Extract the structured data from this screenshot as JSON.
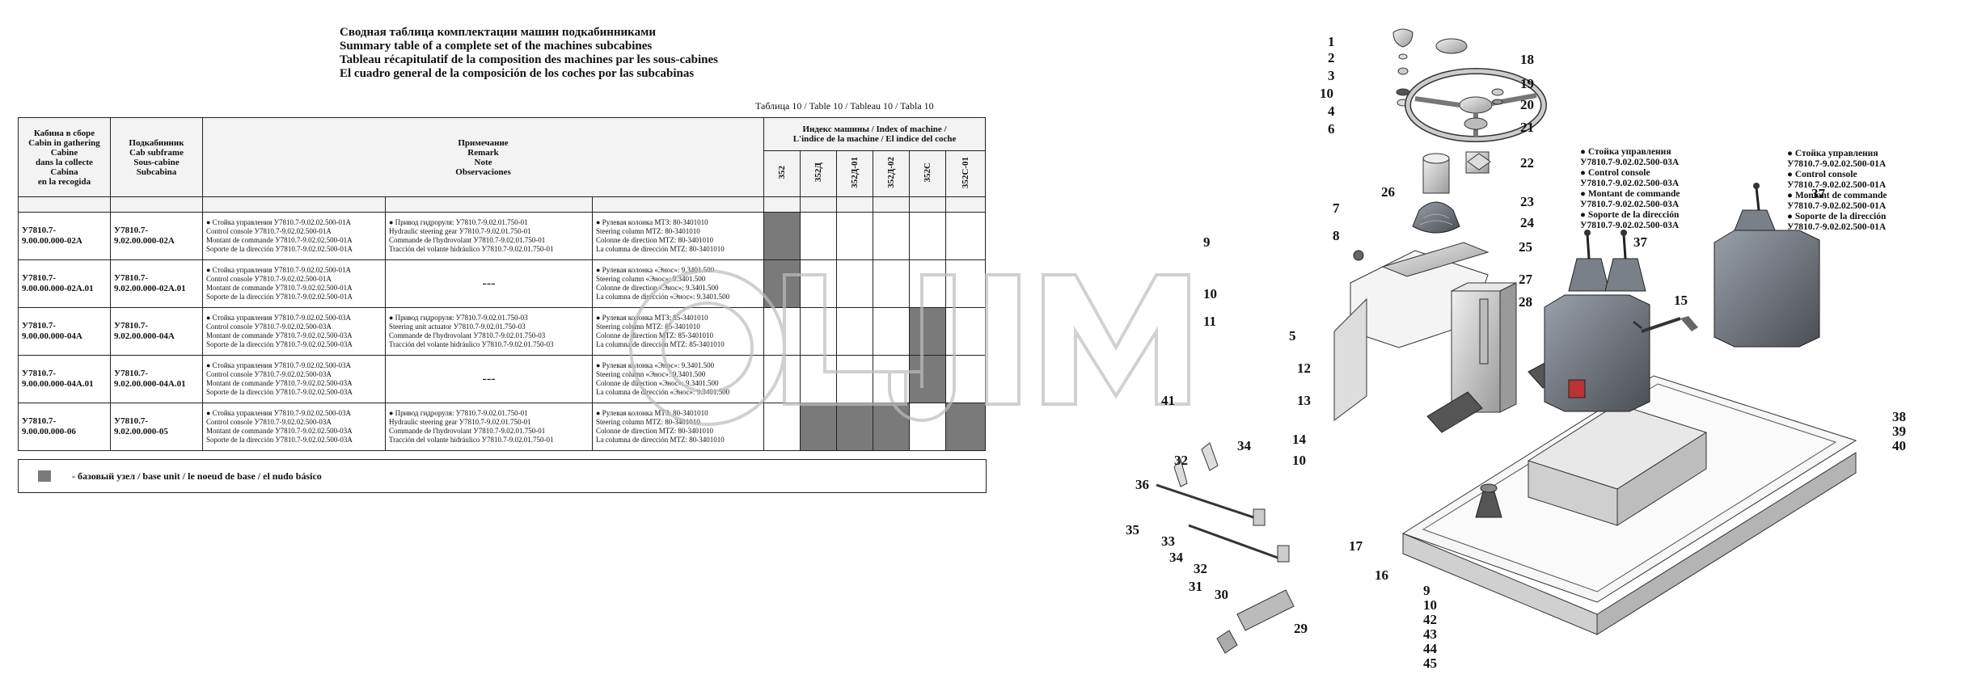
{
  "titles": {
    "ru": "Сводная таблица комплектации машин подкабинниками",
    "en": "Summary table of a complete set of the machines subcabines",
    "fr": "Tableau récapitulatif de la composition des machines par les sous-cabines",
    "es": "El cuadro general de la composición de los coches por las subcabinas"
  },
  "table_caption": "Таблица 10 / Table 10 / Tableau 10 / Tabla 10",
  "headers": {
    "cabin": "Кабина в сборе\nCabin in gathering\nCabine\ndans la collecte\nCabina\nen la recogida",
    "subframe": "Подкабинник\nCab subframe\nSous-cabine\nSubcabina",
    "remark": "Примечание\nRemark\nNote\nObservaciones",
    "index": "Индекс машины / Index of machine /\nL'indice de la machine / El indice del coche",
    "index_columns": [
      "352",
      "352Д",
      "352Д-01",
      "352Д-02",
      "352С",
      "352С-01"
    ]
  },
  "rows": [
    {
      "cabin": "У7810.7-\n9.00.00.000-02А",
      "subframe": "У7810.7-\n9.02.00.000-02А",
      "note1": "● Стойка управления У7810.7-9.02.02.500-01А\nControl console У7810.7-9.02.02.500-01А\nMontant de commande У7810.7-9.02.02.500-01А\nSoporte de la dirección У7810.7-9.02.02.500-01А",
      "note2": "● Привод гидроруля: У7810.7-9.02.01.750-01\nHydraulic steering gear У7810.7-9.02.01.750-01\nCommande de l'hydrovolant У7810.7-9.02.01.750-01\nTracción del volante hidráulico У7810.7-9.02.01.750-01",
      "note3": "● Рулевая колонка МТЗ: 80-3401010\nSteering column MTZ: 80-3401010\nColonne de direction MTZ: 80-3401010\nLa columna de dirección MTZ: 80-3401010",
      "cells": [
        true,
        false,
        false,
        false,
        false,
        false
      ]
    },
    {
      "cabin": "У7810.7-\n9.00.00.000-02А.01",
      "subframe": "У7810.7-\n9.02.00.000-02А.01",
      "note1": "● Стойка управления У7810.7-9.02.02.500-01А\nControl console У7810.7-9.02.02.500-01А\nMontant de commande У7810.7-9.02.02.500-01А\nSoporte de la dirección У7810.7-9.02.02.500-01А",
      "note2": "---",
      "note3": "● Рулевая колонка «Энос»: 9.3401.500\nSteering column «Энос»: 9.3401.500\nColonne de direction «Энос»: 9.3401.500\nLa columna de dirección «Энос»: 9.3401.500",
      "cells": [
        true,
        false,
        false,
        false,
        false,
        false
      ]
    },
    {
      "cabin": "У7810.7-\n9.00.00.000-04А",
      "subframe": "У7810.7-\n9.02.00.000-04А",
      "note1": "● Стойка управления У7810.7-9.02.02.500-03А\nControl console У7810.7-9.02.02.500-03А\nMontant de commande У7810.7-9.02.02.500-03А\nSoporte de la dirección У7810.7-9.02.02.500-03А",
      "note2": "● Привод гидроруля: У7810.7-9.02.01.750-03\nSteering unit actuator У7810.7-9.02.01.750-03\nCommande de l'hydrovolant У7810.7-9.02.01.750-03\nTracción del volante hidráulico У7810.7-9.02.01.750-03",
      "note3": "● Рулевая колонка МТЗ: 85-3401010\nSteering column MTZ: 85-3401010\nColonne de direction MTZ: 85-3401010\nLa columna de dirección MTZ: 85-3401010",
      "cells": [
        false,
        false,
        false,
        false,
        true,
        false
      ]
    },
    {
      "cabin": "У7810.7-\n9.00.00.000-04А.01",
      "subframe": "У7810.7-\n9.02.00.000-04А.01",
      "note1": "● Стойка управления У7810.7-9.02.02.500-03А\nControl console У7810.7-9.02.02.500-03А\nMontant de commande У7810.7-9.02.02.500-03А\nSoporte de la dirección У7810.7-9.02.02.500-03А",
      "note2": "---",
      "note3": "● Рулевая колонка «Энос»: 9.3401.500\nSteering column «Энос»: 9.3401.500\nColonne de direction «Энос»: 9.3401.500\nLa columna de dirección «Энос»: 9.3401.500",
      "cells": [
        false,
        false,
        false,
        false,
        true,
        false
      ]
    },
    {
      "cabin": "У7810.7-\n9.00.00.000-06",
      "subframe": "У7810.7-\n9.02.00.000-05",
      "note1": "● Стойка управления У7810.7-9.02.02.500-03А\nControl console У7810.7-9.02.02.500-03А\nMontant de commande У7810.7-9.02.02.500-03А\nSoporte de la dirección У7810.7-9.02.02.500-03А",
      "note2": "● Привод гидроруля: У7810.7-9.02.01.750-01\nHydraulic steering gear У7810.7-9.02.01.750-01\nCommande de l'hydrovolant У7810.7-9.02.01.750-01\nTracción del volante hidráulico У7810.7-9.02.01.750-01",
      "note3": "● Рулевая колонка МТЗ: 80-3401010\nSteering column MTZ: 80-3401010\nColonne de direction MTZ: 80-3401010\nLa columna de dirección MTZ: 80-3401010",
      "cells": [
        false,
        true,
        true,
        true,
        false,
        true
      ]
    }
  ],
  "legend": "- базовый узел / base unit / le noeud de base / el nudo básico",
  "notes": {
    "console_03A": "● Стойка управления\nУ7810.7-9.02.02.500-03А\n● Control console\nУ7810.7-9.02.02.500-03А\n● Montant de commande\nУ7810.7-9.02.02.500-03А\n● Soporte de la dirección\nУ7810.7-9.02.02.500-03А",
    "console_01A": "● Стойка управления\nУ7810.7-9.02.02.500-01А\n● Control console\nУ7810.7-9.02.02.500-01А\n● Montant de commande\nУ7810.7-9.02.02.500-01А\n● Soporte de la dirección\nУ7810.7-9.02.02.500-01А"
  },
  "callouts": {
    "c1": "1",
    "c2": "2",
    "c3": "3",
    "c10a": "10",
    "c4": "4",
    "c6": "6",
    "c18": "18",
    "c19": "19",
    "c20": "20",
    "c21": "21",
    "c22": "22",
    "c23": "23",
    "c24": "24",
    "c7": "7",
    "c8": "8",
    "c26": "26",
    "c25": "25",
    "c27": "27",
    "c28": "28",
    "c9": "9",
    "c10b": "10",
    "c11": "11",
    "c5": "5",
    "c12": "12",
    "c13": "13",
    "c14": "14",
    "c10c": "10",
    "c37a": "37",
    "c37b": "37",
    "c15": "15",
    "c41": "41",
    "c32a": "32",
    "c34a": "34",
    "c36": "36",
    "c35": "35",
    "c33": "33",
    "c34b": "34",
    "c32b": "32",
    "c31": "31",
    "c30": "30",
    "c29": "29",
    "c17": "17",
    "c16": "16",
    "stack_right": "38\n39\n40",
    "stack_bottom": "9\n10\n42\n43\n44\n45"
  }
}
